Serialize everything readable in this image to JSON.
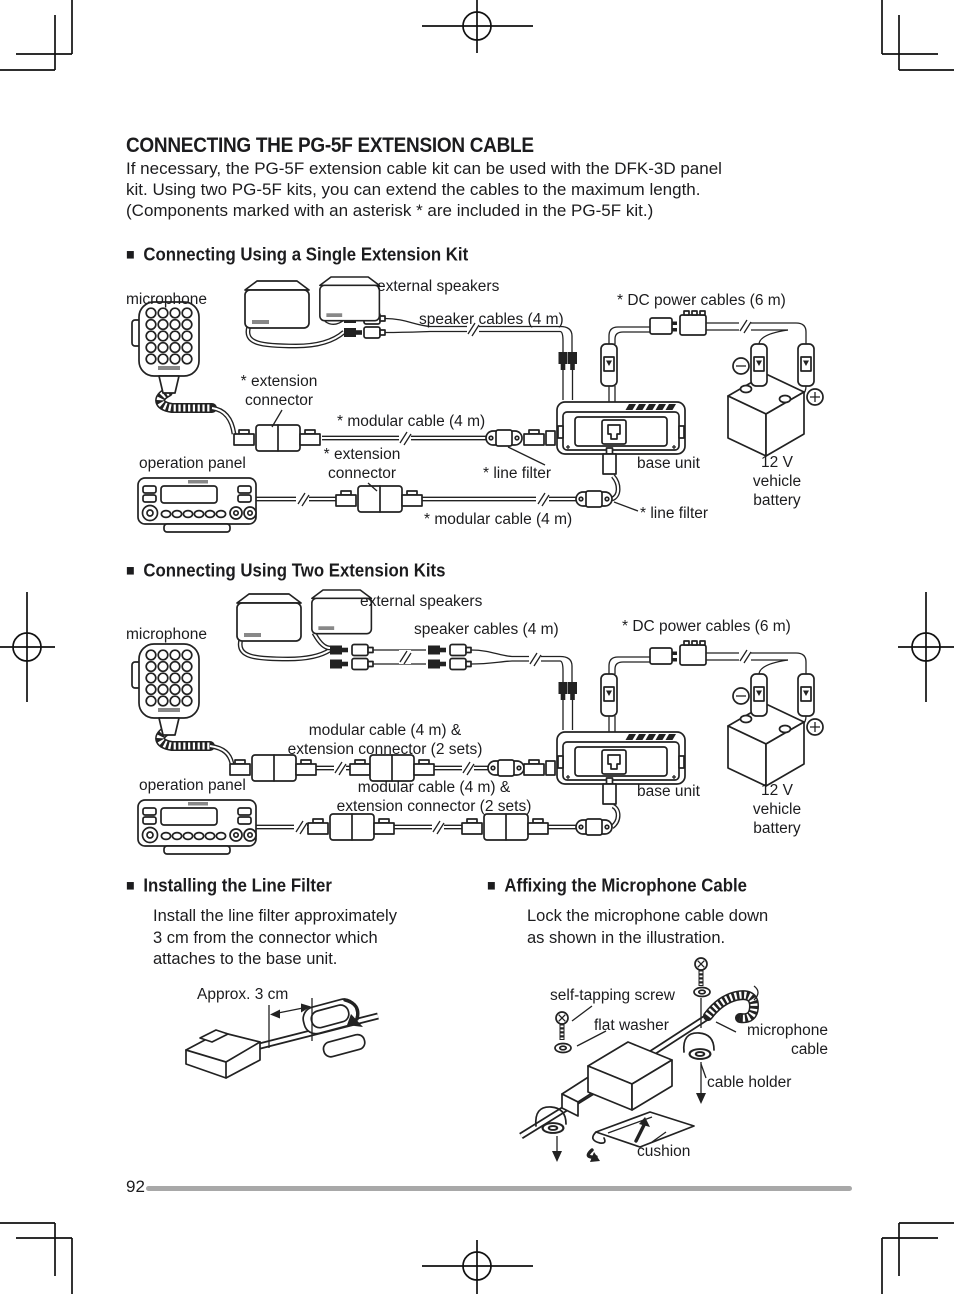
{
  "page": {
    "number": "92",
    "title": "CONNECTING THE PG-5F EXTENSION CABLE",
    "intro": "If necessary, the PG-5F extension cable kit can be used with the DFK-3D panel\nkit.  Using two PG-5F kits, you can extend the cables to the maximum length.\n(Components marked with an asterisk * are included in the PG-5F kit.)",
    "footer_rule_color": "#a8a8a8"
  },
  "sections": {
    "single_kit": {
      "bullet": "■",
      "heading": "Connecting Using a Single Extension Kit",
      "labels": {
        "microphone": "microphone",
        "external_speakers": "external speakers",
        "speaker_cables": "speaker cables (4 m)",
        "dc_power_cables": "* DC power cables (6 m)",
        "extension_connector_top": "* extension\nconnector",
        "modular_cable_top": "* modular cable (4 m)",
        "operation_panel": "operation panel",
        "extension_connector_bottom": "* extension\nconnector",
        "line_filter_top": "* line filter",
        "base_unit": "base unit",
        "battery": "12 V\nvehicle\nbattery",
        "modular_cable_bottom": "* modular cable (4 m)",
        "line_filter_bottom": "* line filter"
      }
    },
    "two_kits": {
      "bullet": "■",
      "heading": "Connecting Using Two Extension Kits",
      "labels": {
        "external_speakers": "external speakers",
        "microphone": "microphone",
        "speaker_cables": "speaker cables (4 m)",
        "dc_power_cables": "* DC power cables (6 m)",
        "modular_ext_top": "modular cable (4 m) &\nextension connector (2 sets)",
        "operation_panel": "operation panel",
        "modular_ext_bottom": "modular cable (4 m) &\nextension connector (2 sets)",
        "base_unit": "base unit",
        "battery": "12 V\nvehicle\nbattery"
      }
    },
    "line_filter": {
      "bullet": "■",
      "heading": "Installing the Line Filter",
      "body": "Install the line filter approximately\n3 cm from the connector which\nattaches to the base unit.",
      "labels": {
        "approx": "Approx. 3 cm"
      }
    },
    "mic_cable": {
      "bullet": "■",
      "heading": "Affixing the Microphone Cable",
      "body": "Lock the microphone cable down\nas shown in the illustration.",
      "labels": {
        "self_tapping_screw": "self-tapping screw",
        "flat_washer": "flat washer",
        "microphone_cable": "microphone\ncable",
        "cable_holder": "cable holder",
        "cushion": "cushion"
      }
    }
  }
}
